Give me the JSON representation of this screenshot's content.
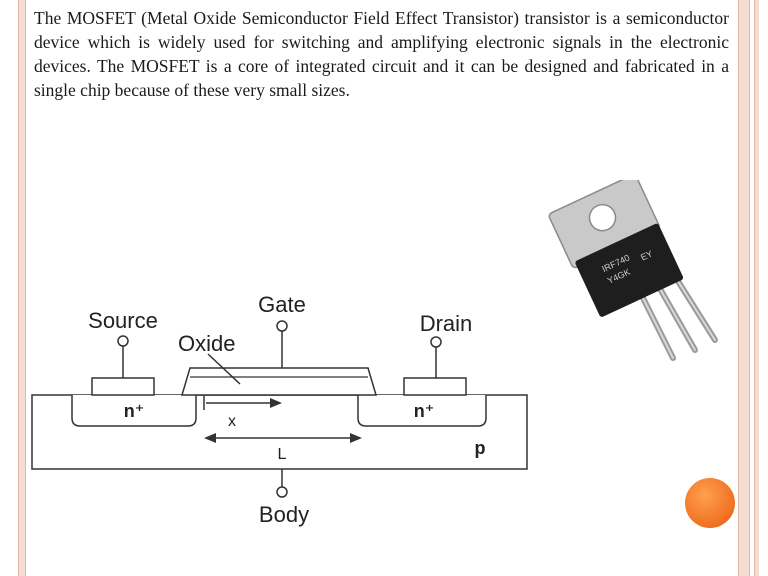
{
  "paragraph": "The MOSFET (Metal Oxide Semiconductor Field Effect Transistor) transistor is a semiconductor device which is widely used for switching and amplifying electronic signals in the electronic devices.  The MOSFET is a core of integrated circuit and it can be designed and fabricated in a single chip because of these very small sizes.",
  "diagram": {
    "gate": "Gate",
    "source": "Source",
    "drain": "Drain",
    "oxide": "Oxide",
    "n_source": "n⁺",
    "n_drain": "n⁺",
    "x_label": "x",
    "l_label": "L",
    "p_label": "p",
    "body": "Body"
  },
  "package_marking": [
    "IRF740",
    "Y4GK",
    "EY"
  ]
}
